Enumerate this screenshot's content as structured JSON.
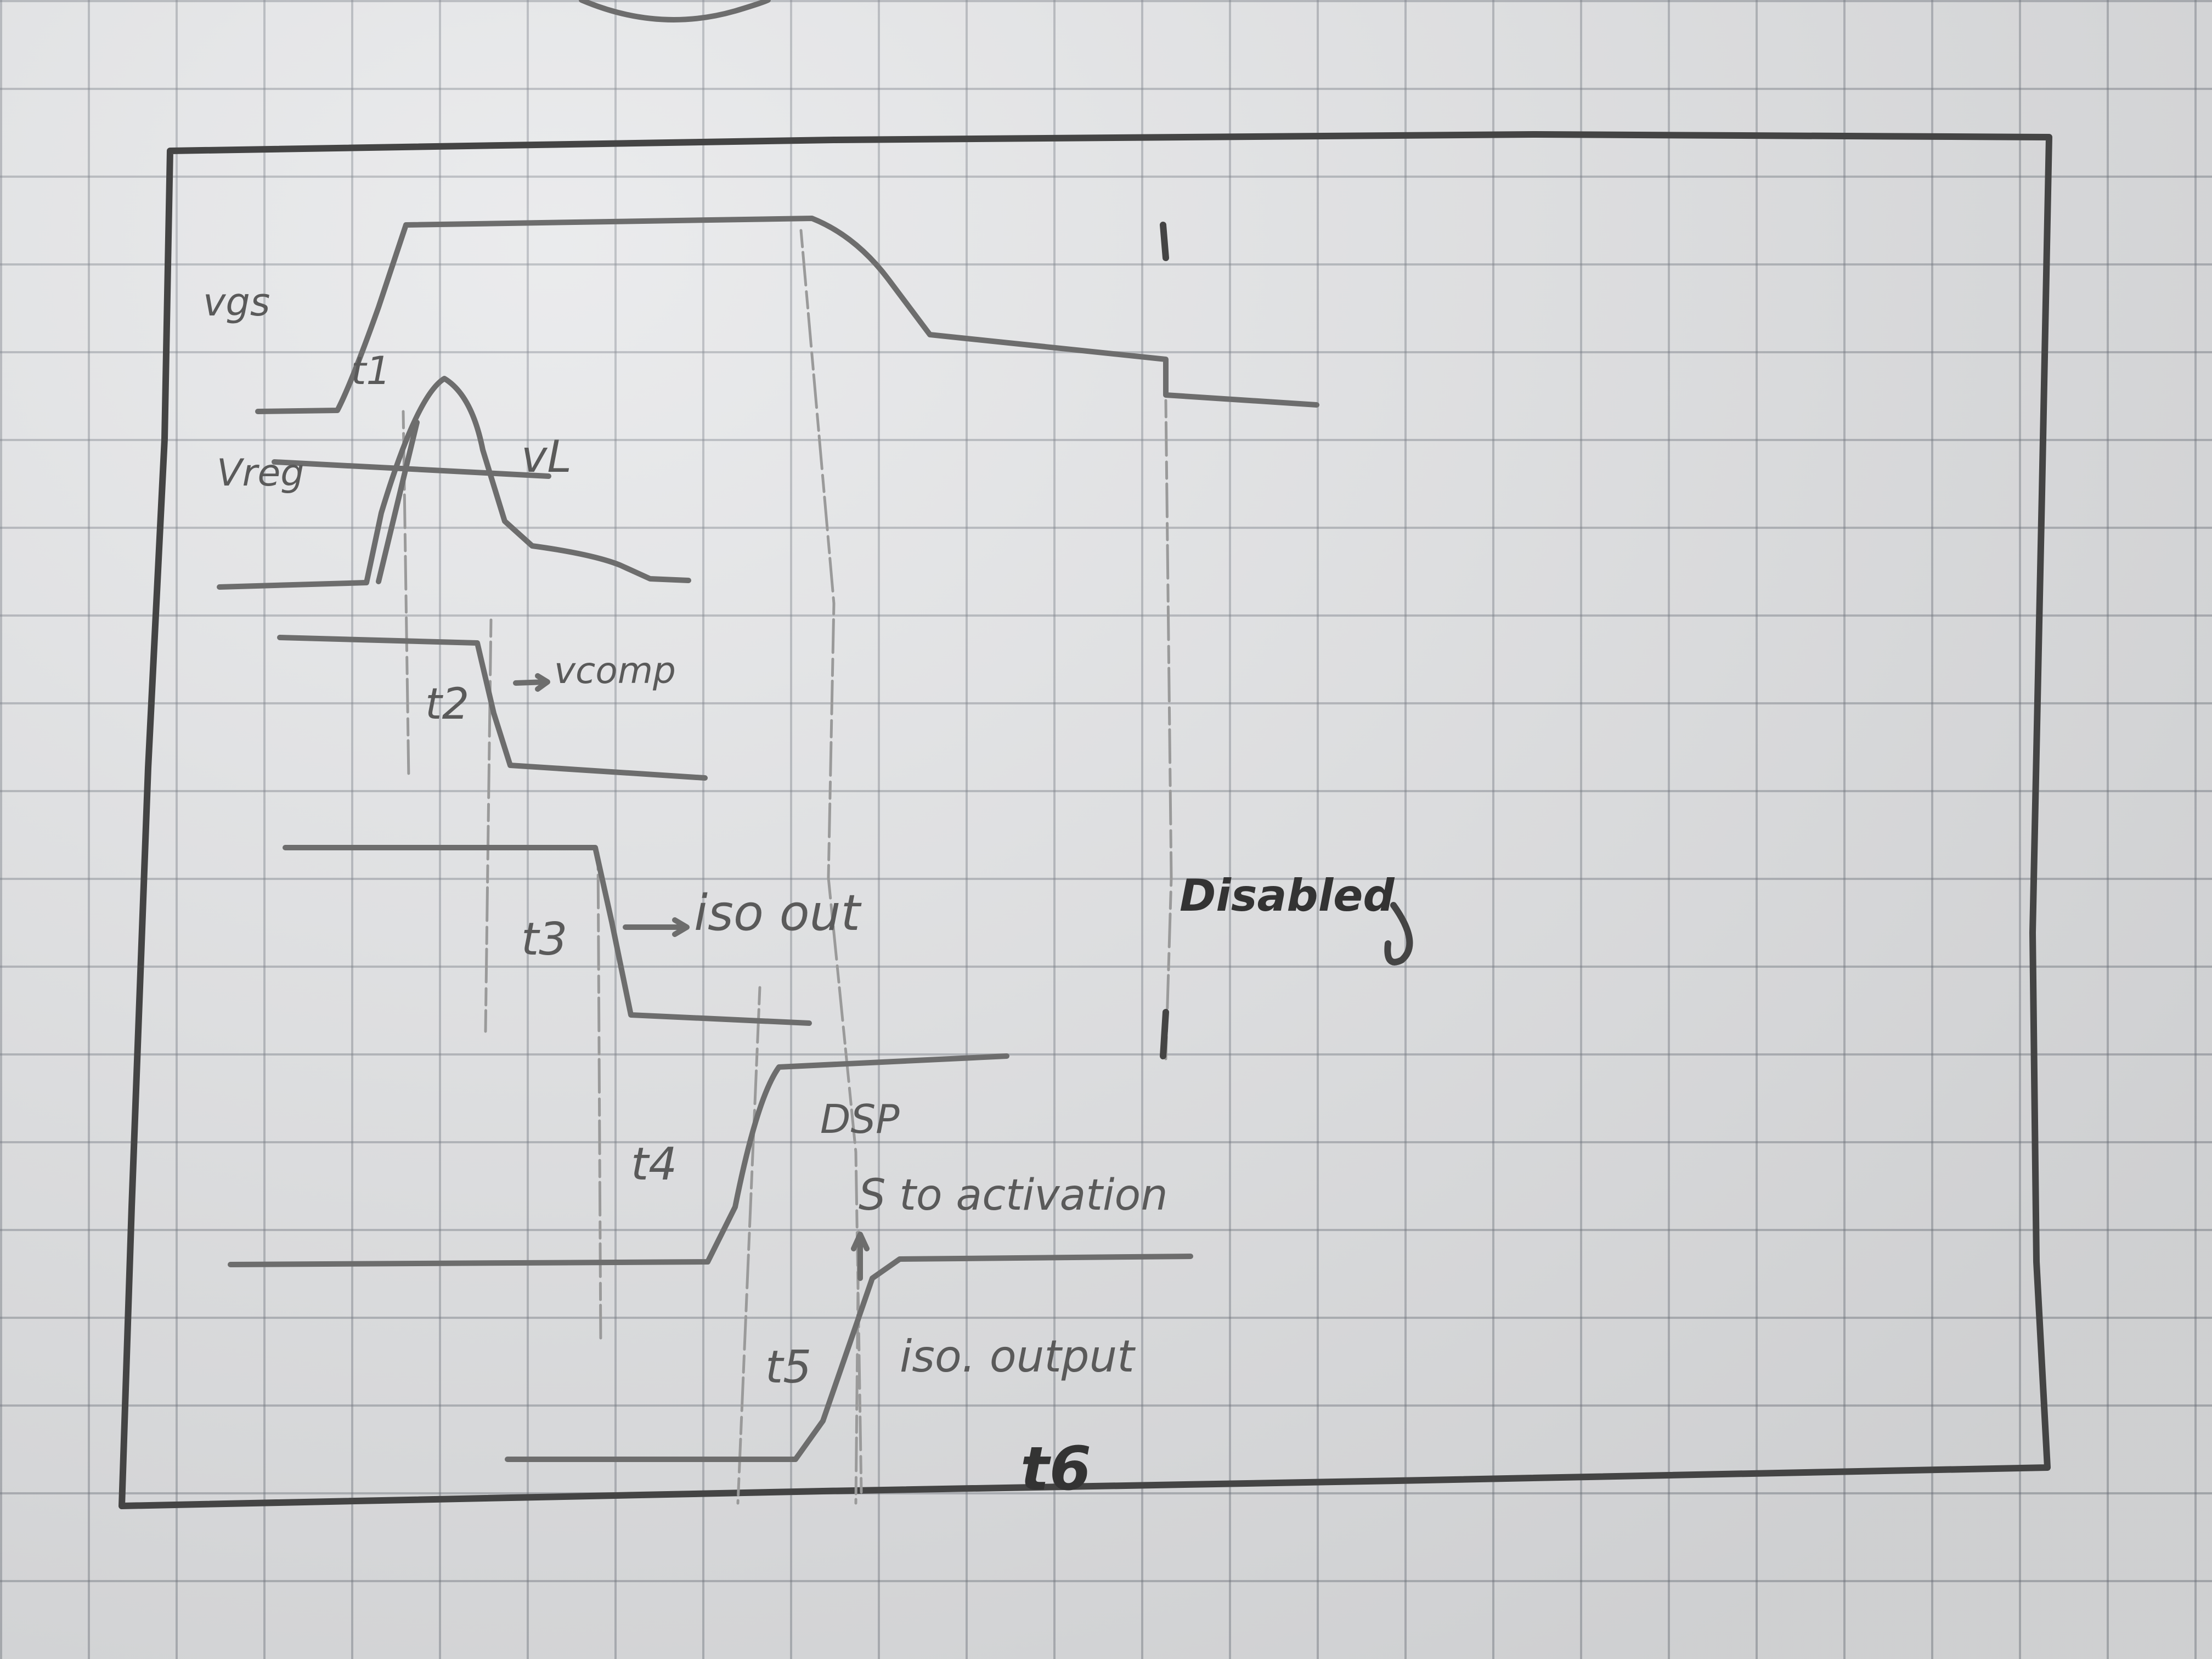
{
  "labels": {
    "vgs": "vgs",
    "vreg": "Vreg",
    "t1": "t1",
    "vl": "vL",
    "t2": "t2",
    "vcomp": "vcomp",
    "t3": "t3",
    "iso_out": "iso out",
    "t4": "t4",
    "dsp": "DSP",
    "dsp_activation": "S to activation",
    "t5": "t5",
    "iso_output": "iso. output",
    "t6": "t6",
    "disabled": "Disabled"
  },
  "colors": {
    "paper": "#e6e7e9",
    "grid": "#6e737d",
    "pencil": "#6d6d6d",
    "pencil_dark": "#444444"
  }
}
